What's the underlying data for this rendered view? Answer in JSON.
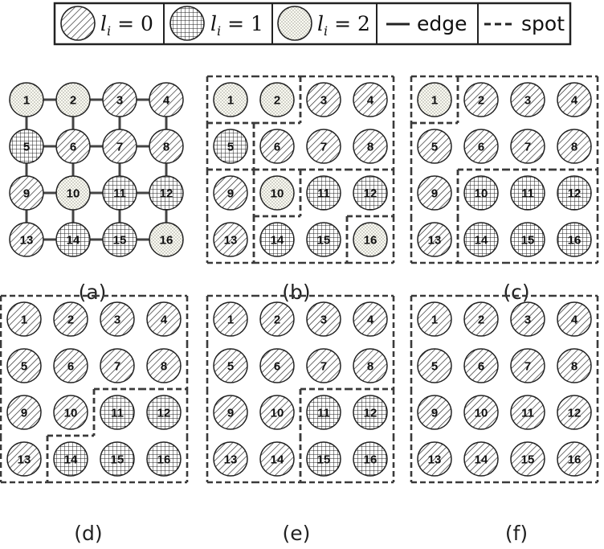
{
  "legend": {
    "items": [
      {
        "pattern": "hatch",
        "var": "l",
        "sub": "i",
        "rel": " = ",
        "val": "0"
      },
      {
        "pattern": "grid",
        "var": "l",
        "sub": "i",
        "rel": " = ",
        "val": "1"
      },
      {
        "pattern": "dots",
        "var": "l",
        "sub": "i",
        "rel": " = ",
        "val": "2"
      }
    ],
    "edge_label": "edge",
    "spot_label": "spot"
  },
  "panels": [
    {
      "caption": "(a)",
      "labels": [
        2,
        2,
        0,
        0,
        1,
        0,
        0,
        0,
        0,
        2,
        1,
        1,
        0,
        1,
        1,
        2
      ],
      "show_edges": true,
      "spots": []
    },
    {
      "caption": "(b)",
      "labels": [
        2,
        2,
        0,
        0,
        1,
        0,
        0,
        0,
        0,
        2,
        1,
        1,
        0,
        1,
        1,
        2
      ],
      "show_edges": false,
      "spots": [
        {
          "cells": [
            1,
            2
          ]
        },
        {
          "cells": [
            3,
            4,
            6,
            7,
            8
          ]
        },
        {
          "cells": [
            5
          ]
        },
        {
          "cells": [
            9,
            13
          ]
        },
        {
          "cells": [
            10
          ]
        },
        {
          "cells": [
            11,
            12,
            14,
            15
          ]
        },
        {
          "cells": [
            16
          ]
        }
      ]
    },
    {
      "caption": "(c)",
      "labels": [
        2,
        0,
        0,
        0,
        0,
        0,
        0,
        0,
        0,
        1,
        1,
        1,
        0,
        1,
        1,
        1
      ],
      "show_edges": false,
      "spots": [
        {
          "cells": [
            1
          ]
        },
        {
          "cells": [
            2,
            3,
            4,
            5,
            6,
            7,
            8,
            9,
            13
          ]
        },
        {
          "cells": [
            10,
            11,
            12,
            14,
            15,
            16
          ]
        }
      ]
    },
    {
      "caption": "(d)",
      "labels": [
        0,
        0,
        0,
        0,
        0,
        0,
        0,
        0,
        0,
        0,
        1,
        1,
        0,
        1,
        1,
        1
      ],
      "show_edges": false,
      "spots": [
        {
          "cells": [
            1,
            2,
            3,
            4,
            5,
            6,
            7,
            8,
            9,
            10,
            13
          ]
        },
        {
          "cells": [
            11,
            12,
            14,
            15,
            16
          ]
        }
      ]
    },
    {
      "caption": "(e)",
      "labels": [
        0,
        0,
        0,
        0,
        0,
        0,
        0,
        0,
        0,
        0,
        1,
        1,
        0,
        0,
        1,
        1
      ],
      "show_edges": false,
      "spots": [
        {
          "cells": [
            1,
            2,
            3,
            4,
            5,
            6,
            7,
            8,
            9,
            10,
            13,
            14
          ]
        },
        {
          "cells": [
            11,
            12,
            15,
            16
          ]
        }
      ]
    },
    {
      "caption": "(f)",
      "labels": [
        0,
        0,
        0,
        0,
        0,
        0,
        0,
        0,
        0,
        0,
        0,
        0,
        0,
        0,
        0,
        0
      ],
      "show_edges": false,
      "spots": [
        {
          "cells": [
            1,
            2,
            3,
            4,
            5,
            6,
            7,
            8,
            9,
            10,
            11,
            12,
            13,
            14,
            15,
            16
          ]
        }
      ]
    }
  ]
}
